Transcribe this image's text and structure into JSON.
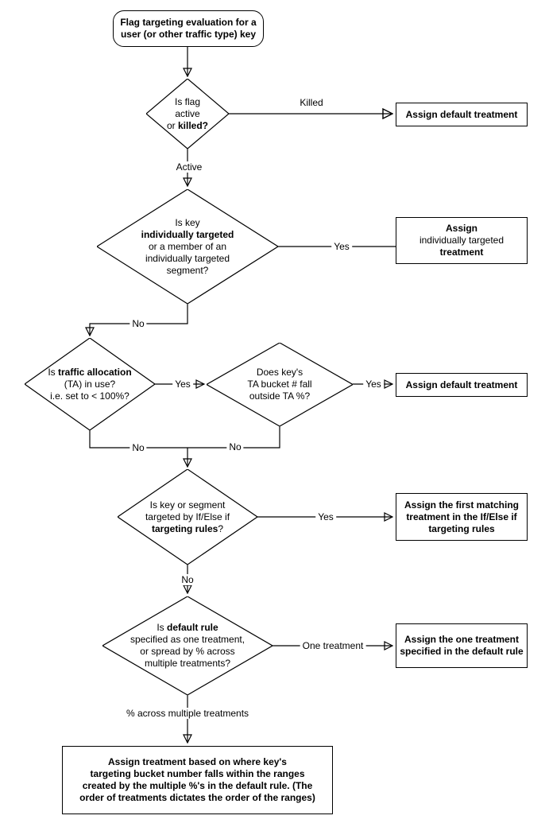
{
  "colors": {
    "background": "#ffffff",
    "stroke": "#000000",
    "text": "#000000",
    "shape_fill": "#ffffff"
  },
  "nodes": {
    "start": {
      "shape": "terminator",
      "lines": [
        [
          {
            "t": "Flag targeting evaluation for a",
            "b": true
          }
        ],
        [
          {
            "t": "user (or other traffic type) key",
            "b": true
          }
        ]
      ]
    },
    "is_flag_active": {
      "shape": "decision",
      "lines": [
        [
          {
            "t": "Is flag"
          }
        ],
        [
          {
            "t": "active"
          }
        ],
        [
          {
            "t": "or "
          },
          {
            "t": "killed?",
            "b": true
          }
        ]
      ]
    },
    "assign_default_1": {
      "shape": "process",
      "lines": [
        [
          {
            "t": "Assign default treatment",
            "b": true
          }
        ]
      ]
    },
    "is_individually_targeted": {
      "shape": "decision",
      "lines": [
        [
          {
            "t": "Is key"
          }
        ],
        [
          {
            "t": "individually targeted",
            "b": true
          }
        ],
        [
          {
            "t": "or a member of an"
          }
        ],
        [
          {
            "t": "individually targeted"
          }
        ],
        [
          {
            "t": "segment?"
          }
        ]
      ]
    },
    "assign_individually_targeted": {
      "shape": "process",
      "lines": [
        [
          {
            "t": "Assign",
            "b": true
          }
        ],
        [
          {
            "t": "individually targeted"
          }
        ],
        [
          {
            "t": "treatment",
            "b": true
          }
        ]
      ]
    },
    "is_ta_in_use": {
      "shape": "decision",
      "lines": [
        [
          {
            "t": "Is "
          },
          {
            "t": "traffic allocation",
            "b": true
          }
        ],
        [
          {
            "t": "(TA) in use?"
          }
        ],
        [
          {
            "t": "i.e. set to < 100%?"
          }
        ]
      ]
    },
    "ta_bucket_outside": {
      "shape": "decision",
      "lines": [
        [
          {
            "t": "Does key's"
          }
        ],
        [
          {
            "t": "TA bucket # fall"
          }
        ],
        [
          {
            "t": "outside TA %?"
          }
        ]
      ]
    },
    "assign_default_2": {
      "shape": "process",
      "lines": [
        [
          {
            "t": "Assign default treatment",
            "b": true
          }
        ]
      ]
    },
    "targeting_rules": {
      "shape": "decision",
      "lines": [
        [
          {
            "t": "Is key or segment"
          }
        ],
        [
          {
            "t": "targeted by If/Else if"
          }
        ],
        [
          {
            "t": "targeting rules",
            "b": true
          },
          {
            "t": "?"
          }
        ]
      ]
    },
    "assign_first_matching": {
      "shape": "process",
      "lines": [
        [
          {
            "t": "Assign the first matching",
            "b": true
          }
        ],
        [
          {
            "t": "treatment in the If/Else if",
            "b": true
          }
        ],
        [
          {
            "t": "targeting rules",
            "b": true
          }
        ]
      ]
    },
    "default_rule": {
      "shape": "decision",
      "lines": [
        [
          {
            "t": "Is "
          },
          {
            "t": "default rule",
            "b": true
          }
        ],
        [
          {
            "t": "specified as one treatment,"
          }
        ],
        [
          {
            "t": "or spread by % across"
          }
        ],
        [
          {
            "t": "multiple treatments?"
          }
        ]
      ]
    },
    "assign_one_treatment": {
      "shape": "process",
      "lines": [
        [
          {
            "t": "Assign the one treatment",
            "b": true
          }
        ],
        [
          {
            "t": "specified in the default rule",
            "b": true
          }
        ]
      ]
    },
    "assign_by_ranges": {
      "shape": "process",
      "lines": [
        [
          {
            "t": "Assign treatment based on where key's",
            "b": true
          }
        ],
        [
          {
            "t": "targeting bucket number falls within the ranges",
            "b": true
          }
        ],
        [
          {
            "t": "created by the multiple %'s in the default rule. (The",
            "b": true
          }
        ],
        [
          {
            "t": "order of treatments dictates the order of the ranges)",
            "b": true
          }
        ]
      ]
    }
  },
  "edge_labels": {
    "killed": "Killed",
    "active": "Active",
    "yes_individual": "Yes",
    "no_individual": "No",
    "yes_ta": "Yes",
    "yes_bucket": "Yes",
    "no_ta": "No",
    "no_bucket": "No",
    "yes_rules": "Yes",
    "no_rules": "No",
    "one_treatment": "One treatment",
    "pct_across": "% across multiple treatments"
  }
}
